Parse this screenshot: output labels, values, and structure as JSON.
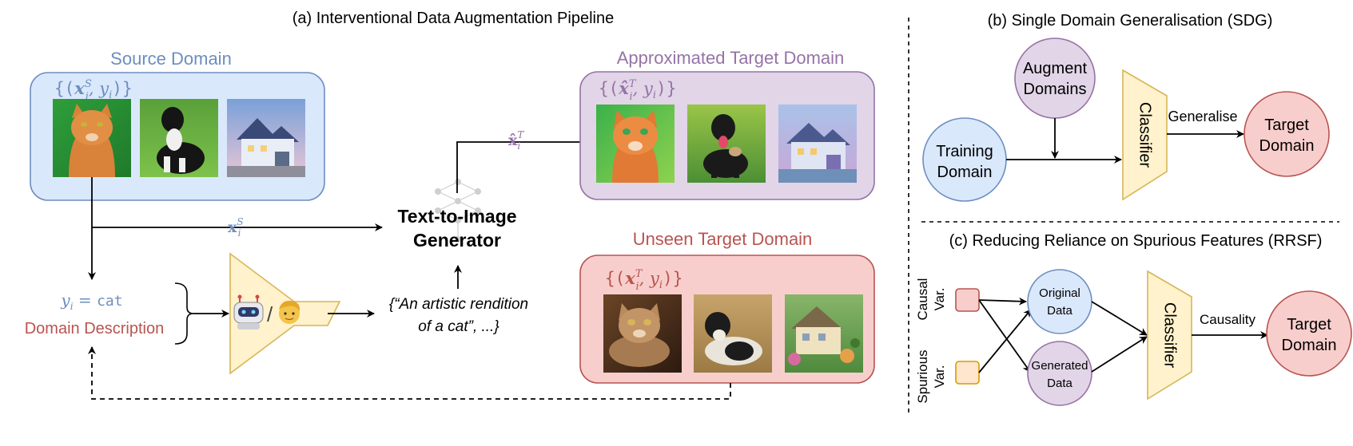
{
  "titles": {
    "a": "(a) Interventional Data Augmentation Pipeline",
    "b": "(b) Single Domain Generalisation (SDG)",
    "c": "(c) Reducing Reliance on Spurious Features (RRSF)"
  },
  "source": {
    "title": "Source Domain",
    "set_open": "{(",
    "set_x": "x",
    "set_sup": "S",
    "set_sub": "i",
    "set_close": ", y",
    "set_close_sub": "i",
    "set_end": ")}"
  },
  "approx": {
    "title": "Approximated Target Domain",
    "set_open": "{(",
    "set_x": "x̂",
    "set_sup": "T",
    "set_sub": "i",
    "set_close": ", y",
    "set_close_sub": "i",
    "set_end": ")}"
  },
  "unseen": {
    "title": "Unseen Target Domain",
    "set_open": "{(",
    "set_x": "x",
    "set_sup": "T",
    "set_sub": "i",
    "set_close": ", y",
    "set_close_sub": "i",
    "set_end": ")}"
  },
  "arrows": {
    "xs_main": "x",
    "xs_sup": "S",
    "xs_sub": "i",
    "xt_main": "x̂",
    "xt_sup": "T",
    "xt_sub": "i"
  },
  "generator": {
    "line1": "Text-to-Image",
    "line2": "Generator"
  },
  "label": {
    "y": "y",
    "y_sub": "i",
    "eq": " = ",
    "cls": "cat",
    "desc": "Domain Description"
  },
  "prompt": {
    "line1": "{“An artistic rendition",
    "line2": "of a cat”, ...}"
  },
  "sdg": {
    "training": [
      "Training",
      "Domain"
    ],
    "augment": [
      "Augment",
      "Domains"
    ],
    "classifier": "Classifier",
    "generalise": "Generalise",
    "target": [
      "Target",
      "Domain"
    ]
  },
  "rrsf": {
    "causal": [
      "Causal",
      "Var."
    ],
    "spurious": [
      "Spurious",
      "Var."
    ],
    "original": [
      "Original",
      "Data"
    ],
    "generated": [
      "Generated",
      "Data"
    ],
    "classifier": "Classifier",
    "causality": "Causality",
    "target": [
      "Target",
      "Domain"
    ]
  },
  "colors": {
    "source_fill": "#dae8fc",
    "source_stroke": "#6c8ebf",
    "approx_fill": "#e1d5e7",
    "approx_stroke": "#9673a6",
    "unseen_fill": "#f8cecc",
    "unseen_stroke": "#b85450",
    "classifier_fill": "#fff2cc",
    "classifier_stroke": "#d6b656"
  },
  "icons": {
    "source_images": [
      "cat-photo-icon",
      "dog-photo-icon",
      "house-photo-icon"
    ],
    "approx_images": [
      "cat-painting-icon",
      "dog-painting-icon",
      "house-painting-icon"
    ],
    "unseen_images": [
      "cat-art-icon",
      "dog-art-icon",
      "house-art-icon"
    ],
    "llm": [
      "robot-icon",
      "human-face-icon"
    ],
    "generator": "neural-network-icon"
  }
}
